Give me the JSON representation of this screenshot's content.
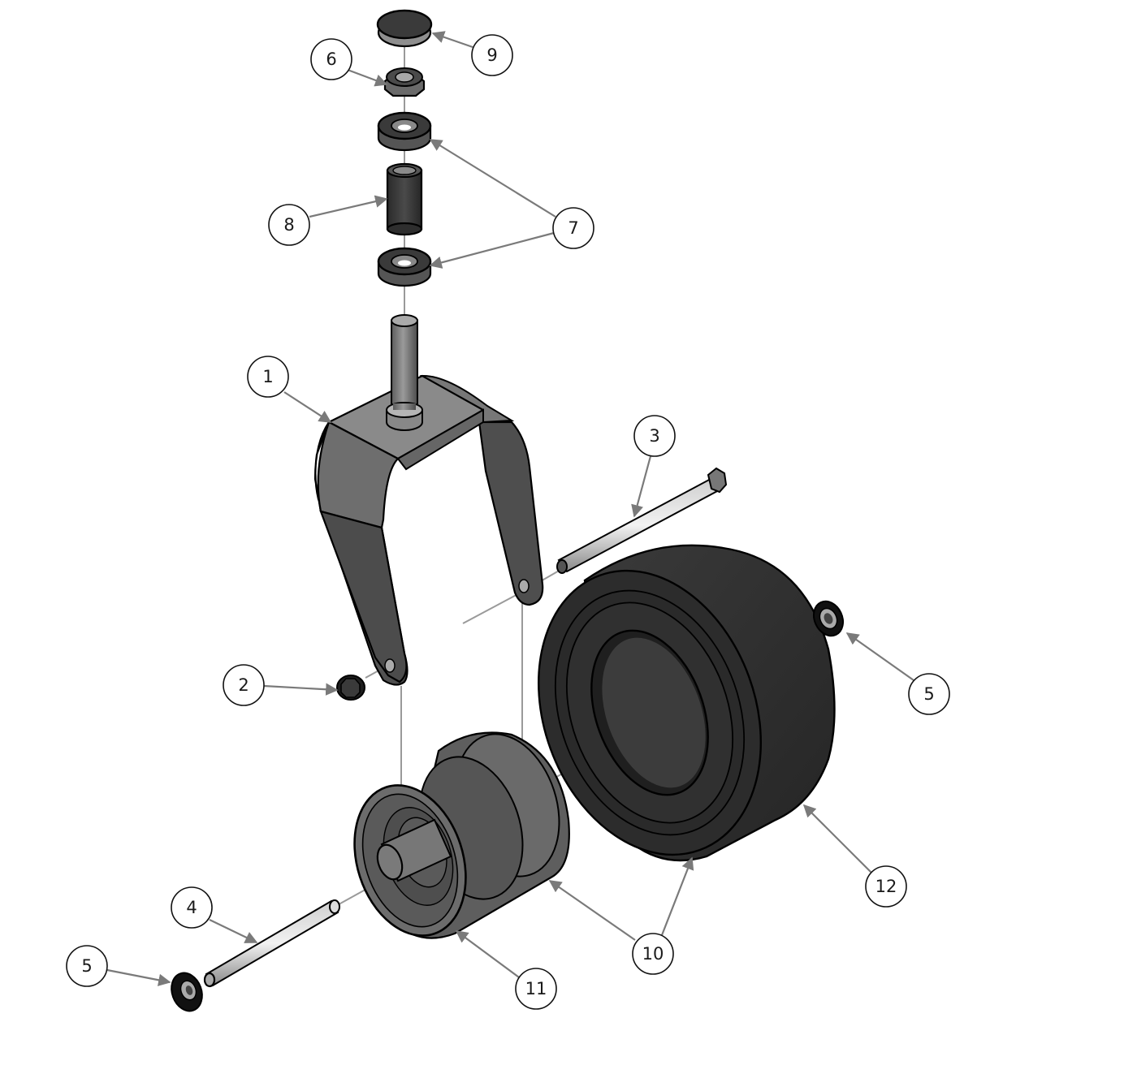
{
  "diagram": {
    "type": "exploded-parts-diagram",
    "subject": "Caster wheel assembly",
    "colors": {
      "background": "#ffffff",
      "part_dark": "#2e2e2e",
      "part_mid": "#5a5a5a",
      "part_light": "#9a9a9a",
      "leader_line": "#7a7a7a",
      "callout_border": "#111111"
    },
    "callouts": [
      {
        "id": "c1",
        "label": "1",
        "part": "fork"
      },
      {
        "id": "c2",
        "label": "2",
        "part": "flange-nut"
      },
      {
        "id": "c3",
        "label": "3",
        "part": "hex-bolt"
      },
      {
        "id": "c4",
        "label": "4",
        "part": "axle-spacer-tube"
      },
      {
        "id": "c5a",
        "label": "5",
        "part": "bearing-right"
      },
      {
        "id": "c5b",
        "label": "5",
        "part": "bearing-left"
      },
      {
        "id": "c6",
        "label": "6",
        "part": "lock-nut"
      },
      {
        "id": "c7",
        "label": "7",
        "part": "stem-bearings"
      },
      {
        "id": "c8",
        "label": "8",
        "part": "spacer-sleeve"
      },
      {
        "id": "c9",
        "label": "9",
        "part": "dust-cap"
      },
      {
        "id": "c10",
        "label": "10",
        "part": "wheel-assembly"
      },
      {
        "id": "c11",
        "label": "11",
        "part": "rim"
      },
      {
        "id": "c12",
        "label": "12",
        "part": "tire"
      }
    ]
  }
}
